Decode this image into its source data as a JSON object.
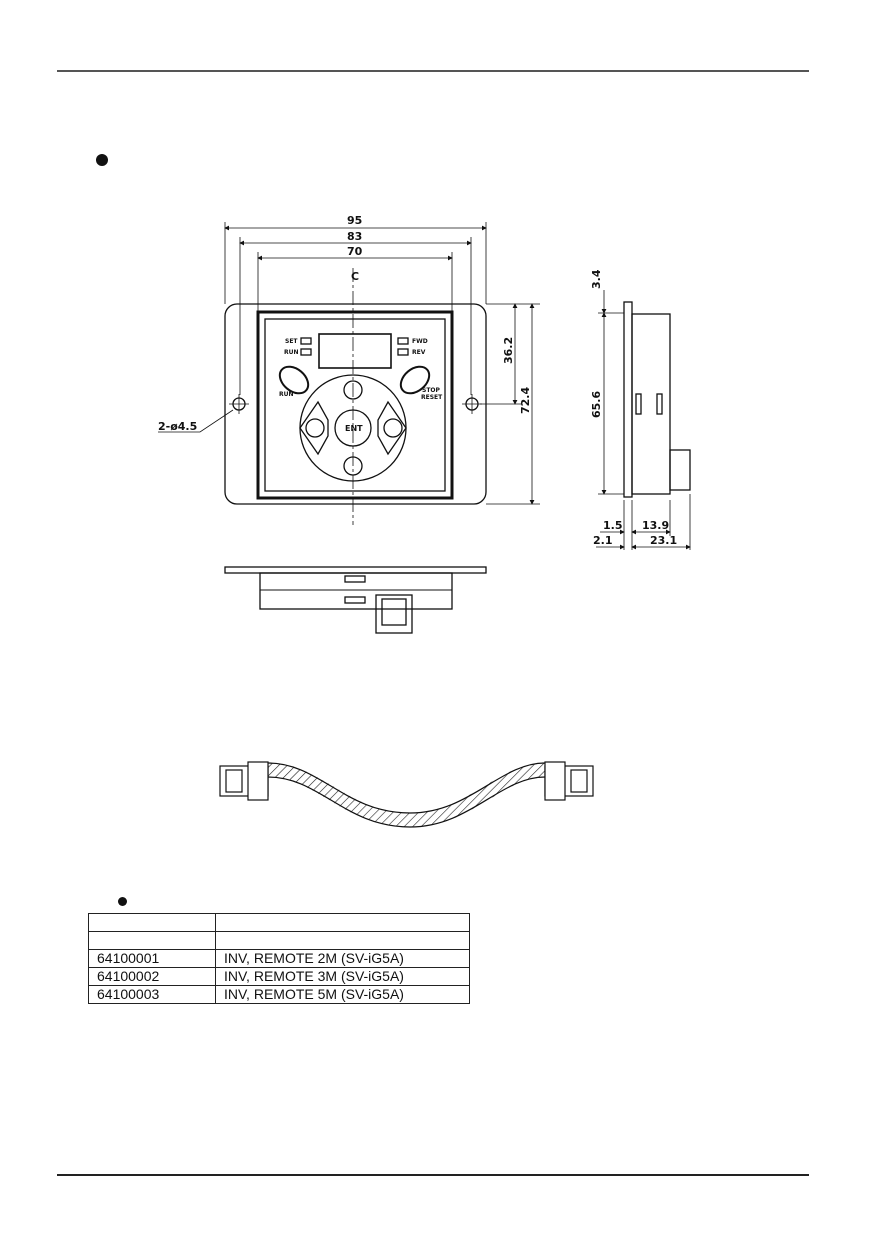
{
  "drawing": {
    "dims": {
      "w95": "95",
      "w83": "83",
      "w70": "70",
      "h36": "36.2",
      "h72": "72.4",
      "h65": "65.6",
      "h3": "3.4",
      "d15": "1.5",
      "d139": "13.9",
      "d21": "2.1",
      "d231": "23.1",
      "hole": "2-ø4.5",
      "cl": "C"
    },
    "keys": {
      "set": "SET",
      "run_led": "RUN",
      "fwd": "FWD",
      "rev": "REV",
      "run_btn": "RUN",
      "stop1": "STOP",
      "stop2": "RESET",
      "ent": "ENT"
    }
  },
  "parts_table": {
    "header": [
      "",
      ""
    ],
    "rows": [
      [
        "64100001",
        "INV, REMOTE 2M (SV-iG5A)"
      ],
      [
        "64100002",
        "INV, REMOTE 3M (SV-iG5A)"
      ],
      [
        "64100003",
        "INV, REMOTE 5M (SV-iG5A)"
      ]
    ]
  }
}
